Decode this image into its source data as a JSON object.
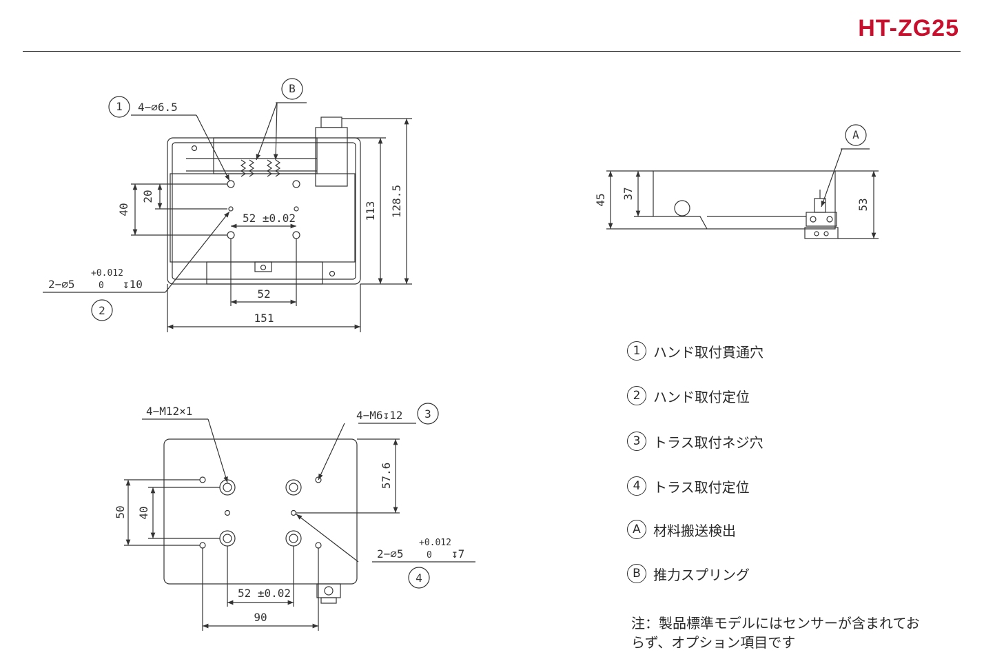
{
  "header": {
    "model": "HT-ZG25"
  },
  "top_view": {
    "callout_1": "1",
    "callout_2": "2",
    "callout_b": "B",
    "hole_1": "4−∅6.5",
    "dim_20": "20",
    "dim_40": "40",
    "dim_52_tol": "52 ±0.02",
    "dim_52": "52",
    "dim_151": "151",
    "dim_113": "113",
    "dim_128_5": "128.5",
    "pin_main": "2−∅5",
    "pin_tol_upper": "+0.012",
    "pin_tol_lower": "0",
    "pin_depth": "↧10"
  },
  "side_view": {
    "callout_a": "A",
    "dim_45": "45",
    "dim_37": "37",
    "dim_53": "53"
  },
  "bottom_view": {
    "callout_3": "3",
    "callout_4": "4",
    "thread_m12": "4−M12×1",
    "thread_m6": "4−M6↧12",
    "dim_57_6": "57.6",
    "dim_50": "50",
    "dim_40": "40",
    "dim_52_tol": "52 ±0.02",
    "dim_90": "90",
    "pin_main": "2−∅5",
    "pin_tol_upper": "+0.012",
    "pin_tol_lower": "0",
    "pin_depth": "↧7"
  },
  "legend": [
    {
      "symbol": "1",
      "text": "ハンド取付貫通穴"
    },
    {
      "symbol": "2",
      "text": "ハンド取付定位"
    },
    {
      "symbol": "3",
      "text": "トラス取付ネジ穴"
    },
    {
      "symbol": "4",
      "text": "トラス取付定位"
    },
    {
      "symbol": "A",
      "text": "材料搬送検出"
    },
    {
      "symbol": "B",
      "text": "推力スプリング"
    }
  ],
  "note": "注：製品標準モデルにはセンサーが含まれておらず、オプション項目です",
  "colors": {
    "brand_red": "#c8102e",
    "line": "#333333"
  }
}
